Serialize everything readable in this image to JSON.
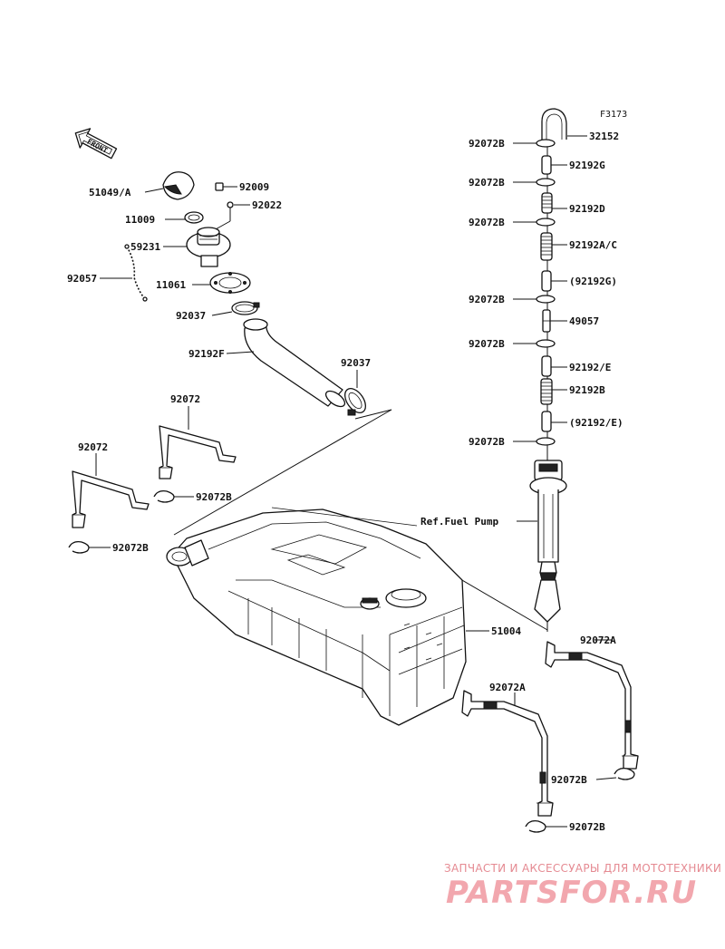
{
  "figure_code": "F3173",
  "front_label": "FRONT",
  "labels": {
    "p32152": "32152",
    "p92072B_1": "92072B",
    "p92192G": "92192G",
    "p92072B_2": "92072B",
    "p92192D": "92192D",
    "p92072B_3": "92072B",
    "p92192AC": "92192A/C",
    "p92192G_ref": "(92192G)",
    "p92072B_4": "92072B",
    "p49057": "49057",
    "p92072B_5": "92072B",
    "p92192E": "92192/E",
    "p92192B": "92192B",
    "p92192E_ref": "(92192/E)",
    "p92072B_6": "92072B",
    "ref_fuel_pump": "Ref.Fuel Pump",
    "p51049A": "51049/A",
    "p92009": "92009",
    "p11009": "11009",
    "p92022": "92022",
    "p59231": "59231",
    "p92057": "92057",
    "p11061": "11061",
    "p92037_1": "92037",
    "p92192F": "92192F",
    "p92037_2": "92037",
    "p92072_1": "92072",
    "p92072_2": "92072",
    "p92072B_7": "92072B",
    "p92072B_8": "92072B",
    "p51004": "51004",
    "p92072A_1": "92072A",
    "p92072A_2": "92072A",
    "p92072B_9": "92072B",
    "p92072B_10": "92072B"
  },
  "watermark": {
    "line1": "ЗАПЧАСТИ И АКСЕССУАРЫ ДЛЯ МОТОТЕХНИКИ",
    "line2": "PARTSFOR.RU"
  },
  "colors": {
    "ink": "#111111",
    "watermark_text": "#e58a92",
    "watermark_logo": "#f2a7ae"
  }
}
